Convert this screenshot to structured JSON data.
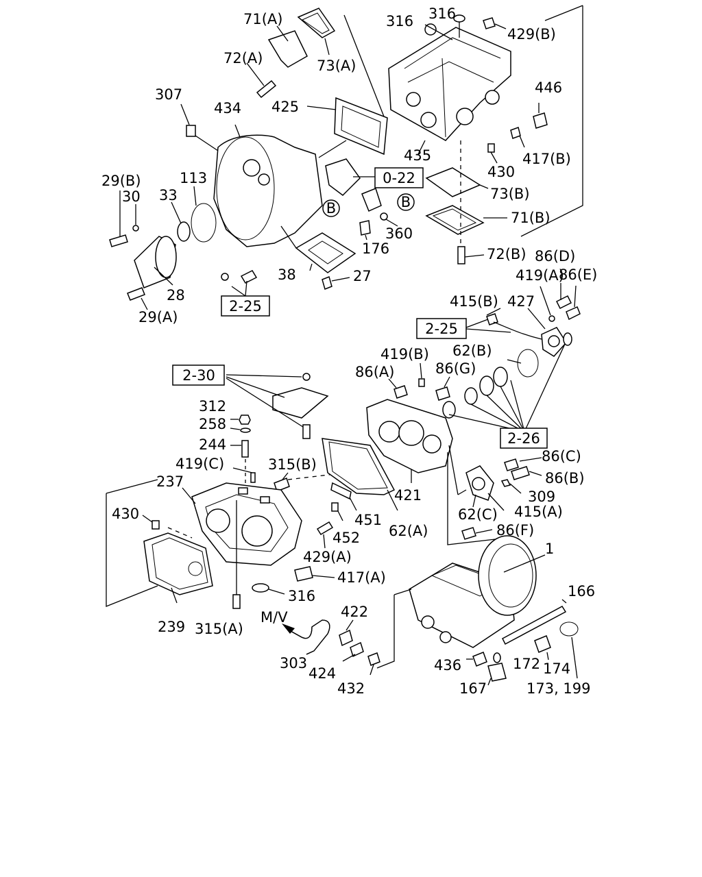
{
  "callouts": {
    "c71a": "71(A)",
    "c72a": "72(A)",
    "c73a": "73(A)",
    "c316t1": "316",
    "c316t2": "316",
    "c429b": "429(B)",
    "c446": "446",
    "c307": "307",
    "c434": "434",
    "c425": "425",
    "c435": "435",
    "c430t": "430",
    "c417b": "417(B)",
    "c73b": "73(B)",
    "c71b": "71(B)",
    "c72b": "72(B)",
    "c29b": "29(B)",
    "c30": "30",
    "c33": "33",
    "c113": "113",
    "c176": "176",
    "c360": "360",
    "c38": "38",
    "c27": "27",
    "c28": "28",
    "c29a": "29(A)",
    "c86d": "86(D)",
    "c419a": "419(A)",
    "c86e": "86(E)",
    "c415b": "415(B)",
    "c427": "427",
    "c62b": "62(B)",
    "c419b": "419(B)",
    "c86a": "86(A)",
    "c86g": "86(G)",
    "c312": "312",
    "c258": "258",
    "c244": "244",
    "c419c": "419(C)",
    "c315b": "315(B)",
    "c237": "237",
    "c421": "421",
    "c86c": "86(C)",
    "c86b": "86(B)",
    "c309": "309",
    "c62c": "62(C)",
    "c415a": "415(A)",
    "c451": "451",
    "c452": "452",
    "c62a": "62(A)",
    "c430b": "430",
    "c86f": "86(F)",
    "c429a": "429(A)",
    "c417a": "417(A)",
    "c316b": "316",
    "c1": "1",
    "c166": "166",
    "c239": "239",
    "c315a": "315(A)",
    "cmv": "M/V",
    "c422": "422",
    "c303": "303",
    "c424": "424",
    "c432": "432",
    "c436": "436",
    "c172": "172",
    "c174": "174",
    "c167": "167",
    "c173": "173, 199"
  },
  "refs": {
    "r022": "0-22",
    "r225a": "2-25",
    "r225b": "2-25",
    "r230": "2-30",
    "r226": "2-26",
    "b1": "B",
    "b2": "B"
  }
}
